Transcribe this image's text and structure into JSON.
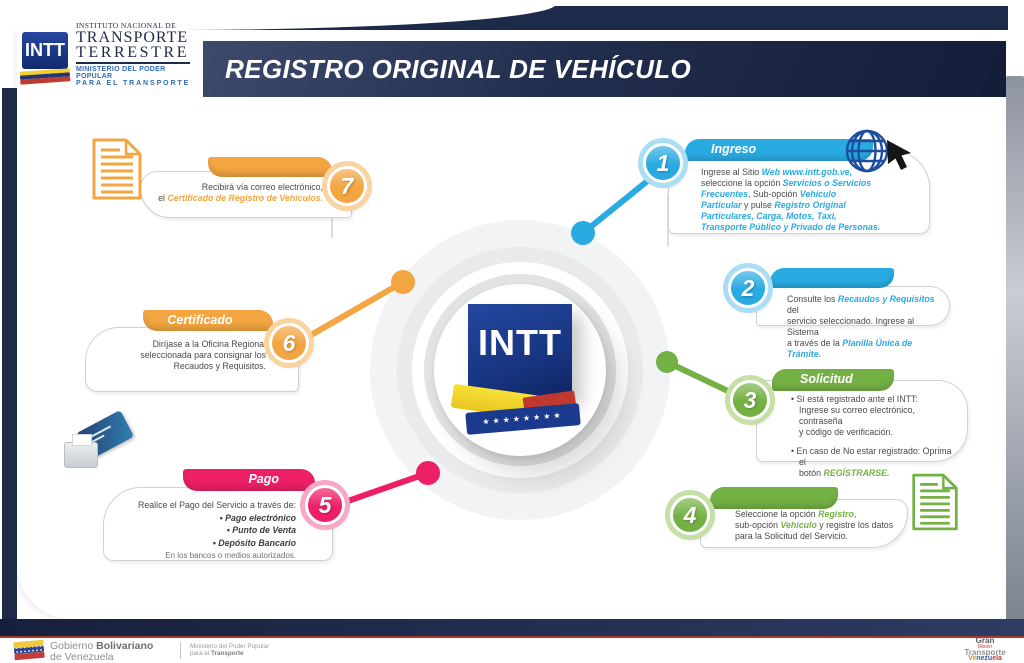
{
  "title_bar": "REGISTRO ORIGINAL DE VEHÍCULO",
  "brand": {
    "acronym": "INTT",
    "org_line1": "INSTITUTO NACIONAL DE",
    "org_line2": "TRANSPORTE",
    "org_line3": "TERRESTRE",
    "ministry_line1": "MINISTERIO DEL PODER POPULAR",
    "ministry_line2": "PARA EL TRANSPORTE"
  },
  "center": {
    "logo_text": "INTT",
    "flag_stars": "★★★★★★★★"
  },
  "colors": {
    "navy": "#1e2a4a",
    "blue": "#29abe2",
    "green": "#74b144",
    "pink": "#ed1f66",
    "orange": "#f2a540",
    "red_line": "#b0372f",
    "globe": "#1c4e9e",
    "center_blue": "#1a3a8e"
  },
  "steps": [
    {
      "number": "1",
      "label": "Ingreso",
      "icon": "globe-cursor-icon",
      "accent": "#29abe2",
      "accent_soft": "#a9def4",
      "paragraphs": [
        [
          {
            "t": "Ingrese al Sitio "
          },
          {
            "t": "Web www.intt.gob.ve,",
            "h": true
          },
          {
            "t": "\nseleccione la opción "
          },
          {
            "t": "Servicios o Servicios\nFrecuentes",
            "h": true
          },
          {
            "t": ", Sub-opción "
          },
          {
            "t": "Vehículo\nParticular",
            "h": true
          },
          {
            "t": " y pulse "
          },
          {
            "t": "Registro Original\nParticulares, Carga, Motos, Taxi,\nTransporte Público y Privado de Personas.",
            "h": true
          }
        ]
      ]
    },
    {
      "number": "2",
      "label": "",
      "icon": "",
      "accent": "#29abe2",
      "accent_soft": "#a9def4",
      "paragraphs": [
        [
          {
            "t": "Consulte los "
          },
          {
            "t": "Recaudos y Requisitos",
            "h": true
          },
          {
            "t": " del\nservicio seleccionado. Ingrese al Sistema\na través de la "
          },
          {
            "t": "Planilla Única de Trámite.",
            "h": true
          }
        ]
      ]
    },
    {
      "number": "3",
      "label": "Solicitud",
      "icon": "",
      "accent": "#74b144",
      "accent_soft": "#c6dfa6",
      "paragraphs": [
        [
          {
            "t": "• Sí está registrado ante el INTT:\nIngrese su correo electrónico, contraseña\ny código de verificación."
          }
        ],
        [
          {
            "t": "• En caso de No estar registrado: Oprima el\nbotón "
          },
          {
            "t": "REGÍSTRARSE.",
            "h": true
          }
        ]
      ]
    },
    {
      "number": "4",
      "label": "",
      "icon": "document-icon",
      "accent": "#74b144",
      "accent_soft": "#c6dfa6",
      "paragraphs": [
        [
          {
            "t": "Seleccione la opción "
          },
          {
            "t": "Registro",
            "h": true
          },
          {
            "t": ",\nsub-opción "
          },
          {
            "t": "Vehículo",
            "h": true
          },
          {
            "t": " y registre los datos\npara la Solicitud del Servicio."
          }
        ]
      ]
    },
    {
      "number": "5",
      "label": "Pago",
      "icon": "credit-card-pos-icon",
      "accent": "#ed1f66",
      "accent_soft": "#f7a8c6",
      "paragraphs": [
        [
          {
            "t": "Realice el Pago del Servicio a través de:"
          }
        ],
        [
          {
            "t": "• Pago electrónico",
            "b": true
          }
        ],
        [
          {
            "t": "• Punto de Venta",
            "b": true
          }
        ],
        [
          {
            "t": "• Depósito Bancario",
            "b": true
          }
        ],
        [
          {
            "t": "En los bancos o medios autorizados.",
            "s": true
          }
        ]
      ]
    },
    {
      "number": "6",
      "label": "Certificado",
      "icon": "",
      "accent": "#f2a540",
      "accent_soft": "#f9d4a0",
      "paragraphs": [
        [
          {
            "t": "Diríjase a la Oficina Regional\nseleccionada para consignar los\nRecaudos y Requisitos."
          }
        ]
      ]
    },
    {
      "number": "7",
      "label": "",
      "icon": "document-icon",
      "accent": "#f2a540",
      "accent_soft": "#f9d4a0",
      "paragraphs": [
        [
          {
            "t": "Recibirá vía correo electrónico,\nel "
          },
          {
            "t": "Certificado de Registro de Vehículos.",
            "h": true
          }
        ]
      ]
    }
  ],
  "footer": {
    "gov_prefix": "Gobierno ",
    "gov_bold": "Bolivariano",
    "gov_line2": "de Venezuela",
    "ministry_line1": "Ministerio del Poder Popular",
    "ministry_line2_prefix": "para el ",
    "ministry_line2_bold": "Transporte",
    "gmtv": {
      "l1": "Gran",
      "l2a": "Misión",
      "l2b": "Transporte",
      "l3a": "Ve",
      "l3b": "nezu",
      "l3c": "ela"
    }
  }
}
